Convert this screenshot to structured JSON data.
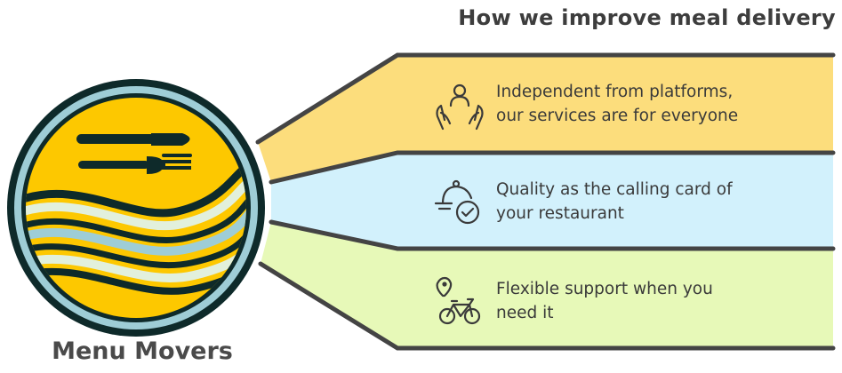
{
  "title": "How we improve meal delivery",
  "brand": {
    "name": "Menu Movers"
  },
  "items": [
    {
      "line1": "Independent from platforms,",
      "line2": "our services are for everyone",
      "icon": "hands-person-icon",
      "color": "#fcdd7c"
    },
    {
      "line1": "Quality as the calling card of",
      "line2": "your restaurant",
      "icon": "cloche-check-icon",
      "color": "#d2f1fc"
    },
    {
      "line1": "Flexible support when you",
      "line2": "need it",
      "icon": "location-bike-icon",
      "color": "#e7f9b8"
    }
  ],
  "colors": {
    "logo_yellow": "#fdc800",
    "logo_blue": "#9ecdd6",
    "logo_dark": "#0e2a2a",
    "wave_light": "#e2f0dc"
  }
}
